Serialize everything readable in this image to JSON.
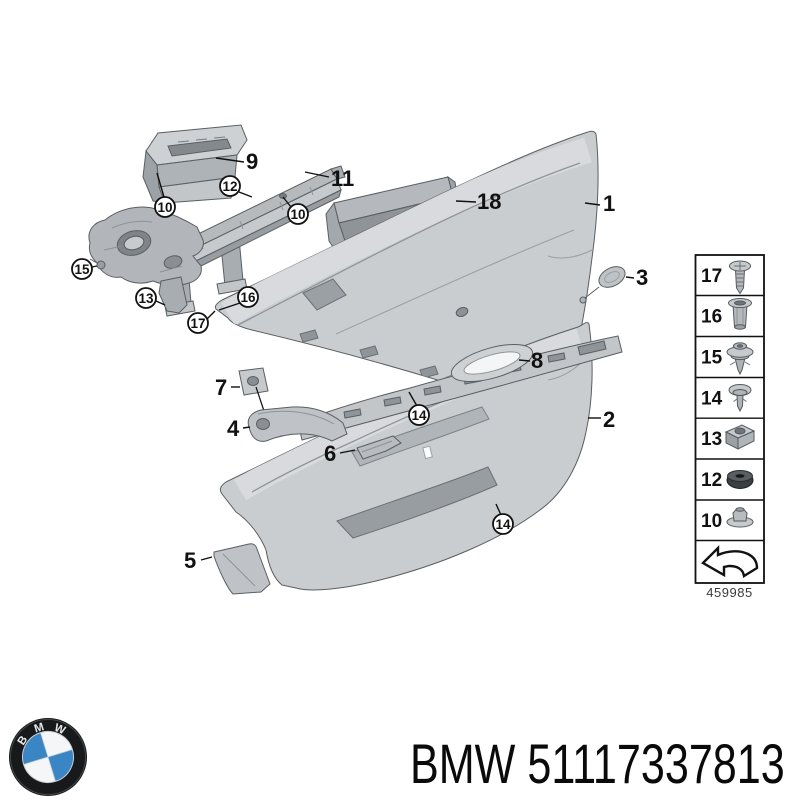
{
  "diagram": {
    "number": "459985",
    "callouts": {
      "plain": {
        "p9": "9",
        "p11": "11",
        "p18": "18",
        "p1": "1",
        "p3": "3",
        "p8": "8",
        "p7": "7",
        "p4": "4",
        "p6": "6",
        "p5": "5",
        "p2": "2"
      },
      "circled": {
        "c12": "12",
        "c10a": "10",
        "c10b": "10",
        "c15": "15",
        "c13": "13",
        "c16": "16",
        "c17": "17",
        "c14a": "14",
        "c14b": "14"
      }
    },
    "colors": {
      "part_fill": "#c9cdd0",
      "part_outline": "#5a5f63",
      "callout": "#111111"
    }
  },
  "legend": {
    "items": {
      "i17": {
        "label": "17",
        "icon": "screw-icon"
      },
      "i16": {
        "label": "16",
        "icon": "expansion-nut-icon"
      },
      "i15": {
        "label": "15",
        "icon": "retainer-clip-icon"
      },
      "i14": {
        "label": "14",
        "icon": "push-rivet-icon"
      },
      "i13": {
        "label": "13",
        "icon": "cage-nut-icon"
      },
      "i12": {
        "label": "12",
        "icon": "rubber-grommet-icon"
      },
      "i10": {
        "label": "10",
        "icon": "plastic-nut-icon"
      }
    }
  },
  "footer": {
    "part_text": "BMW 51117337813",
    "logo": {
      "b": "B",
      "m": "M",
      "w": "W",
      "blue": "#3a86c4"
    }
  }
}
